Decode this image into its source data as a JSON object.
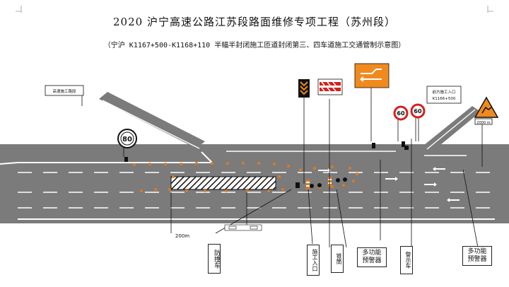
{
  "header": {
    "title": "2020 沪宁高速公路江苏段路面维修专项工程（苏州段）",
    "subtitle": "（宁沪 K1167+500-K1168+110 半幅半封闭施工匝道封闭第三、四车道施工交通管制示意图）"
  },
  "signs": {
    "left_board": "高速施工路段",
    "right_board_line1": "前方施工入口",
    "right_board_line2": "K1166+500",
    "distance_plate": "2000 m",
    "speed_limit_left": "80",
    "speed_limit_a": "60",
    "speed_limit_b": "60"
  },
  "labels": {
    "distance": "200m",
    "sign_mark": "▭ ▭"
  },
  "callouts": {
    "crash_vehicle": "防撞车",
    "work_entrance": "施工入口",
    "cones": "锥筒",
    "multi_warning_a": "多功能预警器",
    "warning_vehicle": "警示车",
    "multi_warning_b": "多功能预警器"
  },
  "colors": {
    "road": "#7b7b7b",
    "cone": "#e07a1c",
    "accent_red": "#d42020",
    "sign_orange": "#f08a1e"
  }
}
